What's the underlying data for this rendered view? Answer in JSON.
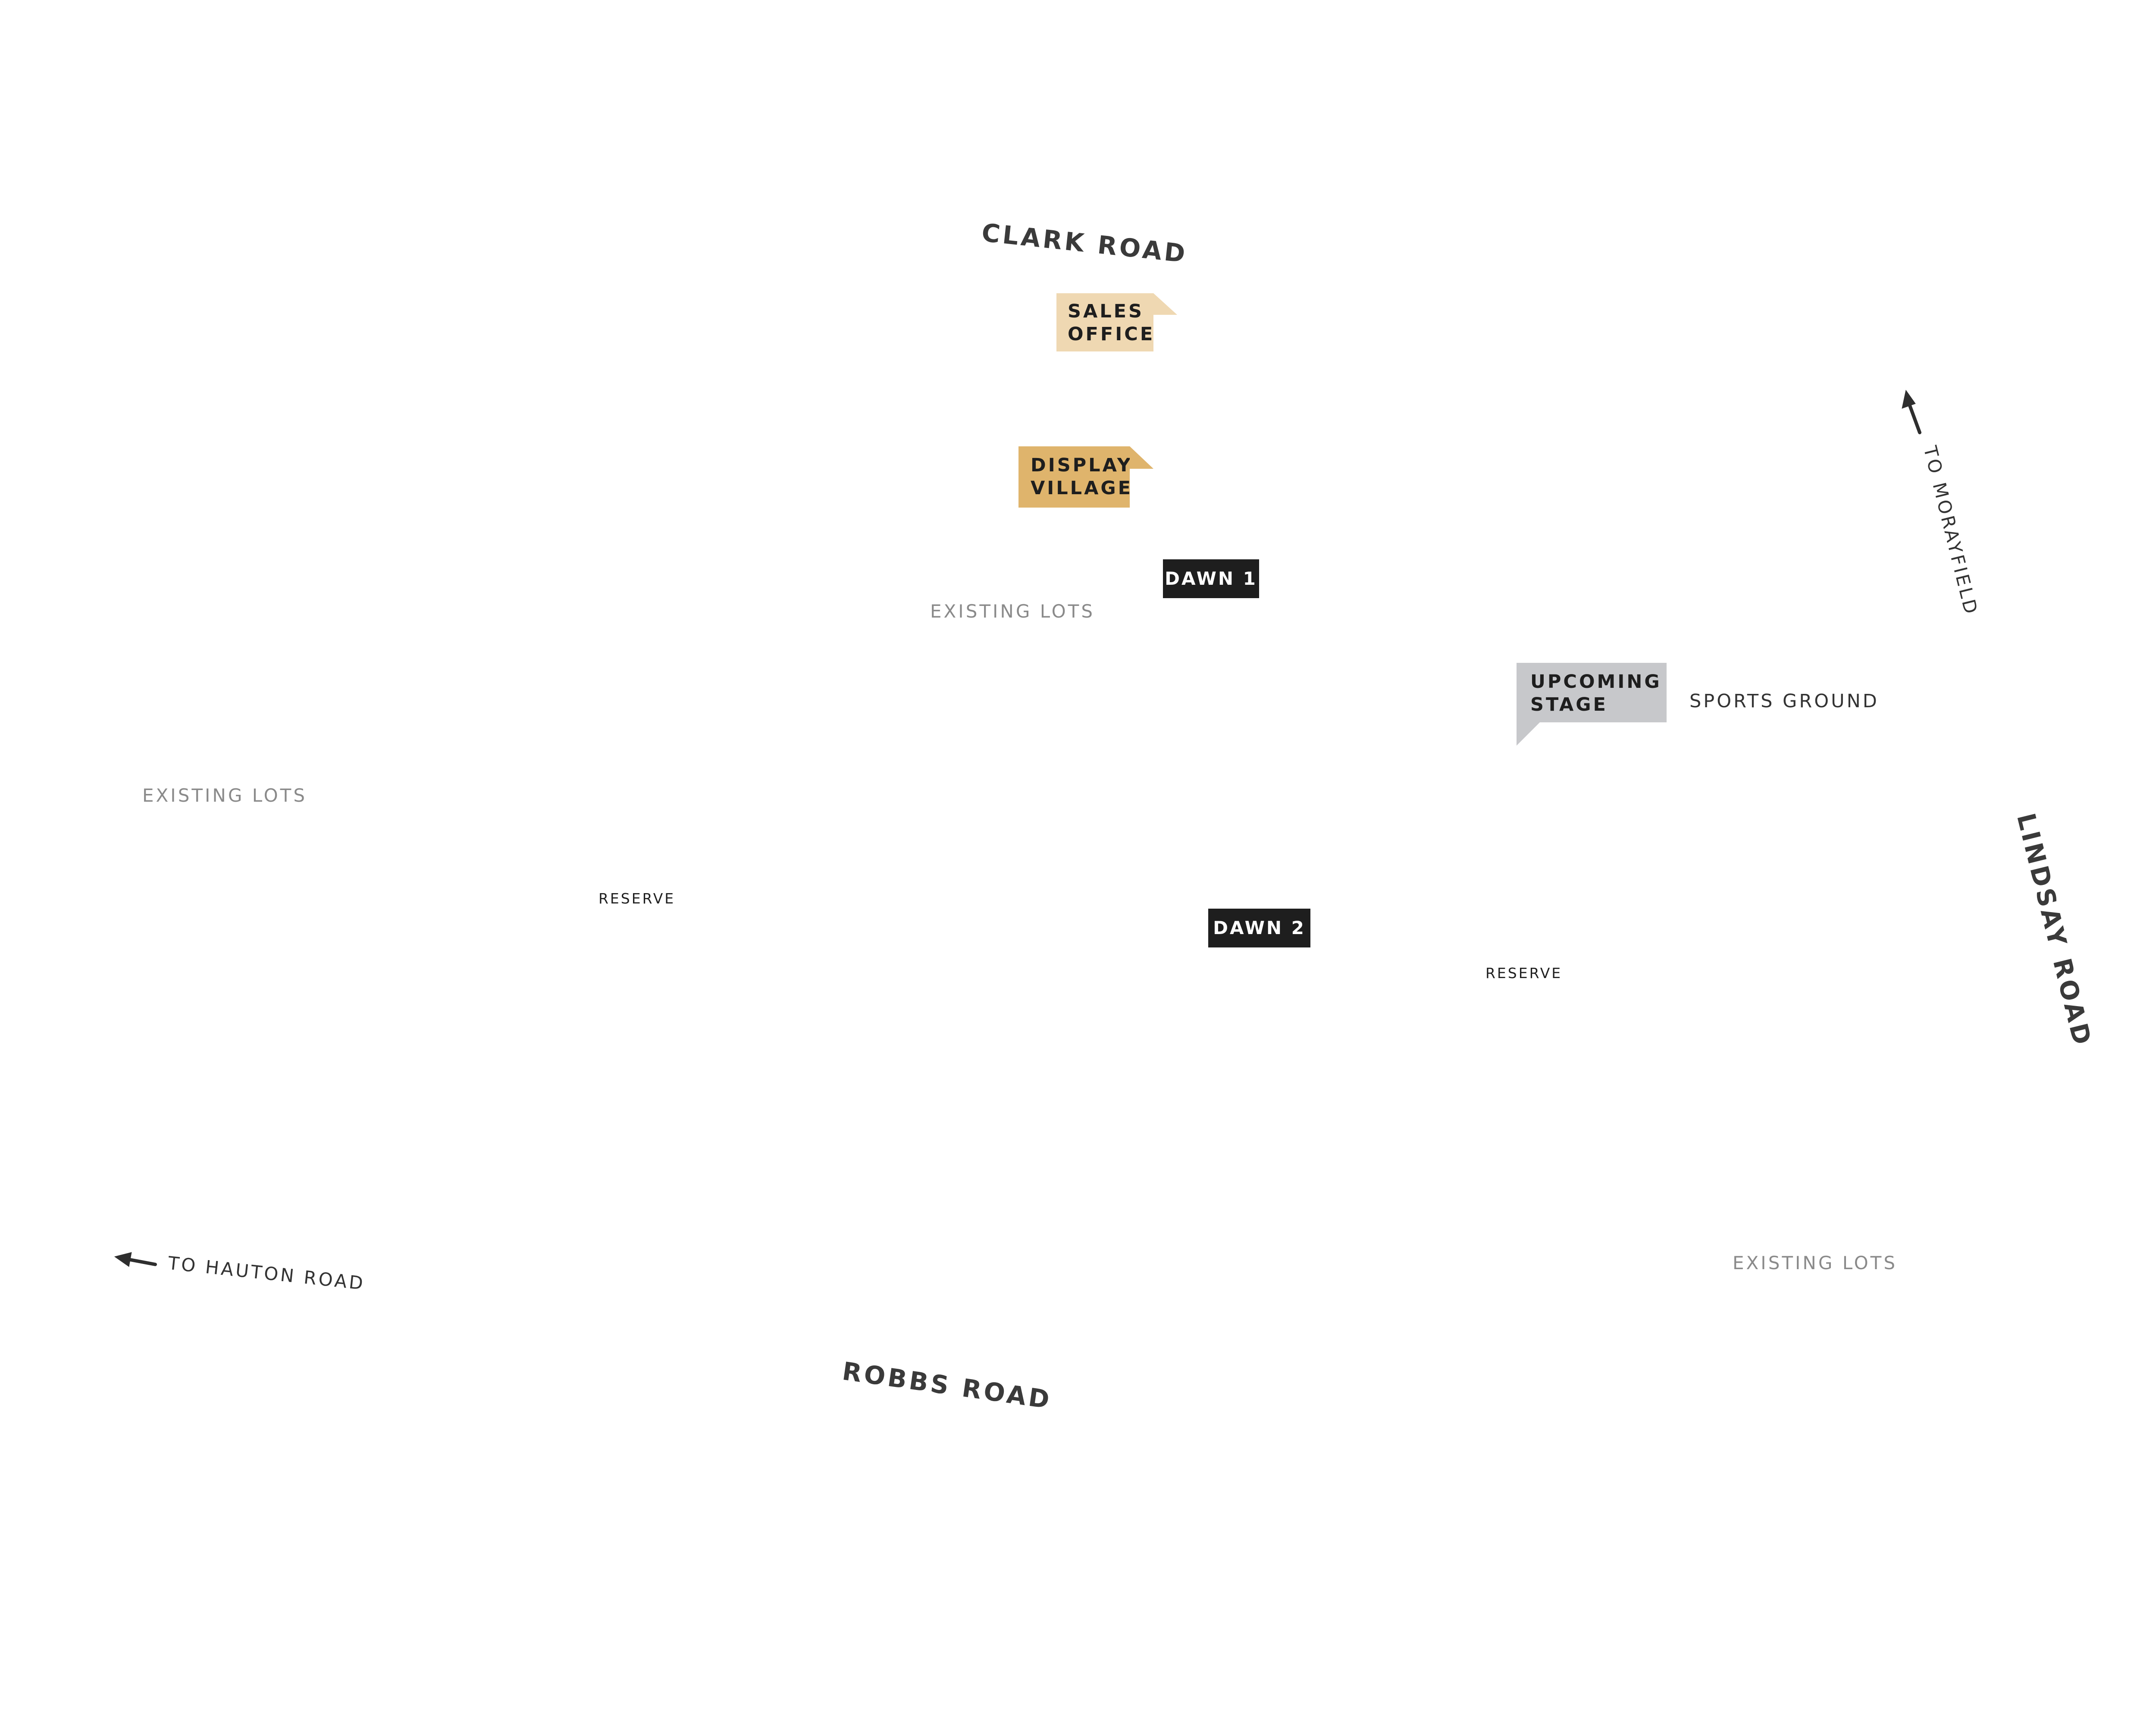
{
  "roads": {
    "clark": "CLARK ROAD",
    "robbs": "ROBBS ROAD",
    "lindsay": "LINDSAY ROAD"
  },
  "directions": {
    "morayfield": "TO MORAYFIELD",
    "hauton": "TO HAUTON ROAD"
  },
  "areas": {
    "existing_lots_top": "EXISTING LOTS",
    "existing_lots_left": "EXISTING LOTS",
    "existing_lots_bottom_right": "EXISTING LOTS",
    "reserve_left": "RESERVE",
    "reserve_right": "RESERVE",
    "sports_ground": "SPORTS GROUND"
  },
  "tags": {
    "sales_office": {
      "line1": "SALES",
      "line2": "OFFICE",
      "color": "#efd8b2"
    },
    "display_village": {
      "line1": "DISPLAY",
      "line2": "VILLAGE",
      "color": "#dfb46c"
    },
    "upcoming_stage": {
      "line1": "UPCOMING",
      "line2": "STAGE",
      "color": "#c7c8cb"
    },
    "dawn_1": {
      "label": "DAWN 1",
      "color": "#1e1e1e"
    },
    "dawn_2": {
      "label": "DAWN 2",
      "color": "#1e1e1e"
    }
  },
  "icons": {
    "direction_arrow": "arrow-icon"
  }
}
